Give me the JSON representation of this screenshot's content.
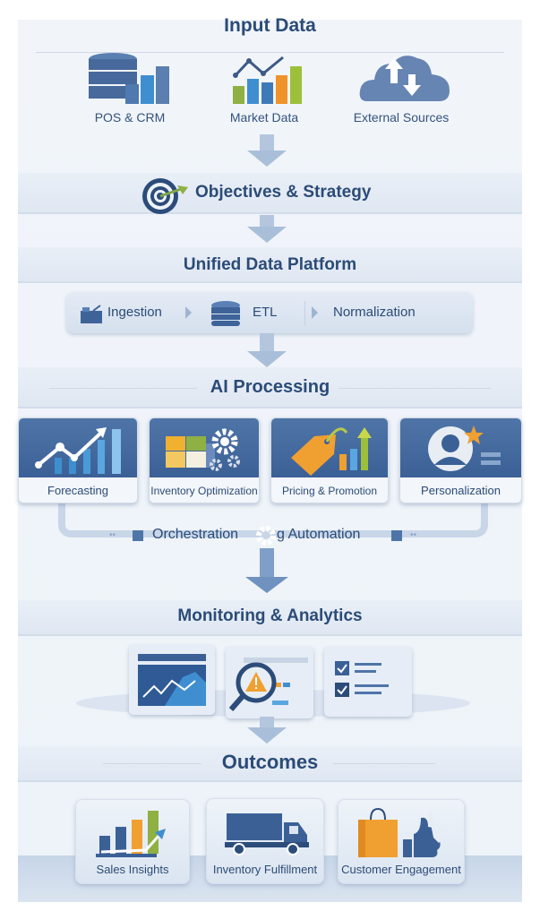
{
  "input_data": {
    "title": "Input Data",
    "sources": [
      {
        "label": "POS & CRM",
        "icon": "database-chart-icon"
      },
      {
        "label": "Market Data",
        "icon": "market-chart-icon"
      },
      {
        "label": "External Sources",
        "icon": "cloud-sync-icon"
      }
    ]
  },
  "objectives": {
    "title": "Objectives & Strategy",
    "icon": "target-icon"
  },
  "unified_platform": {
    "title": "Unified Data Platform",
    "steps": [
      {
        "label": "Ingestion",
        "icon": "ingestion-icon"
      },
      {
        "label": "ETL",
        "icon": "database-icon"
      },
      {
        "label": "Normalization"
      }
    ]
  },
  "ai_processing": {
    "title": "AI Processing",
    "modules": [
      {
        "label": "Forecasting",
        "icon": "trend-chart-icon"
      },
      {
        "label": "Inventory Optimization",
        "icon": "boxes-gears-icon"
      },
      {
        "label": "Pricing & Promotion",
        "icon": "price-tag-icon"
      },
      {
        "label": "Personalization",
        "icon": "user-star-icon"
      }
    ],
    "orchestration_left": "Orchestration",
    "orchestration_right": "g Automation"
  },
  "monitoring": {
    "title": "Monitoring & Analytics",
    "panels": [
      "dashboard-icon",
      "alert-magnifier-icon",
      "checklist-icon"
    ]
  },
  "outcomes": {
    "title": "Outcomes",
    "items": [
      {
        "label": "Sales Insights",
        "icon": "sales-chart-icon"
      },
      {
        "label": "Inventory Fulfillment",
        "icon": "truck-icon"
      },
      {
        "label": "Customer Engagement",
        "icon": "shopping-bag-thumbs-up-icon"
      }
    ]
  },
  "colors": {
    "primary": "#2b4b77",
    "accent_blue": "#3b6096",
    "arrow": "#a9bfd9",
    "orange": "#f0a030",
    "green": "#8fb043"
  }
}
